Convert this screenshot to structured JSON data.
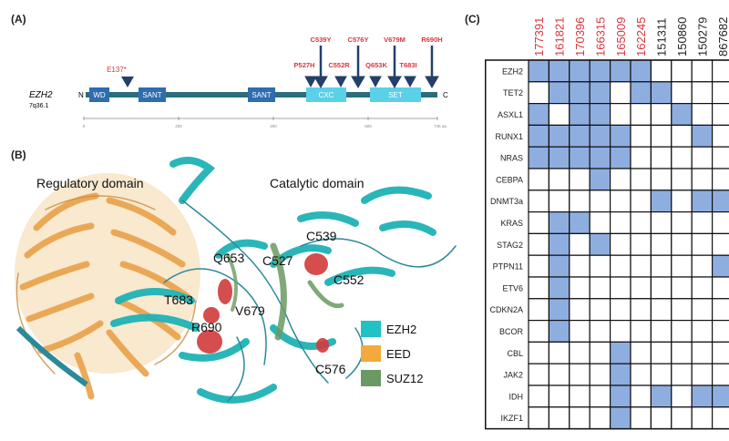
{
  "panels": {
    "a_label": "(A)",
    "b_label": "(B)",
    "c_label": "(C)"
  },
  "gene_diagram": {
    "gene_name": "EZH2",
    "locus": "7q36.1",
    "n_term": "N",
    "c_term": "C",
    "domains": [
      "WD",
      "SANT",
      "SANT",
      "CXC",
      "SET"
    ],
    "mutations_top": [
      "C539Y",
      "C576Y",
      "V679M"
    ],
    "mutations_mid": [
      "P527H",
      "C552R",
      "Q653K",
      "T683I",
      "R690H"
    ],
    "mutation_left": "E137*",
    "scale_ticks": [
      "0",
      "200",
      "400",
      "600",
      "746 aa"
    ],
    "colors": {
      "domain_dark": "#2e6db0",
      "domain_light": "#5ad1e8",
      "backbone": "#2b6c7e",
      "mutation_text": "#d9363e",
      "arrow": "#233f6a"
    }
  },
  "structure": {
    "regulatory_label": "Regulatory domain",
    "catalytic_label": "Catalytic domain",
    "residues": [
      "C539",
      "Q653",
      "C527",
      "C552",
      "T683",
      "V679",
      "R690",
      "C576"
    ],
    "legend": [
      {
        "name": "EZH2",
        "color": "#22c1c3"
      },
      {
        "name": "EED",
        "color": "#f3a93b"
      },
      {
        "name": "SUZ12",
        "color": "#6a9a63"
      }
    ]
  },
  "mutation_grid": {
    "samples": [
      {
        "id": "177391",
        "color": "#d9363e"
      },
      {
        "id": "161821",
        "color": "#d9363e"
      },
      {
        "id": "170396",
        "color": "#d9363e"
      },
      {
        "id": "166315",
        "color": "#d9363e"
      },
      {
        "id": "165009",
        "color": "#d9363e"
      },
      {
        "id": "162245",
        "color": "#d9363e"
      },
      {
        "id": "151311",
        "color": "#222222"
      },
      {
        "id": "150860",
        "color": "#222222"
      },
      {
        "id": "150279",
        "color": "#222222"
      },
      {
        "id": "867682",
        "color": "#222222"
      }
    ],
    "genes": [
      "EZH2",
      "TET2",
      "ASXL1",
      "RUNX1",
      "NRAS",
      "CEBPA",
      "DNMT3a",
      "KRAS",
      "STAG2",
      "PTPN11",
      "ETV6",
      "CDKN2A",
      "BCOR",
      "CBL",
      "JAK2",
      "IDH",
      "IKZF1"
    ],
    "matrix": [
      [
        1,
        1,
        1,
        1,
        1,
        1,
        0,
        0,
        0,
        0
      ],
      [
        0,
        1,
        1,
        1,
        0,
        1,
        1,
        0,
        0,
        0
      ],
      [
        1,
        0,
        1,
        1,
        0,
        0,
        0,
        1,
        0,
        0
      ],
      [
        1,
        1,
        1,
        1,
        1,
        0,
        0,
        0,
        1,
        0
      ],
      [
        1,
        1,
        1,
        1,
        1,
        0,
        0,
        0,
        0,
        0
      ],
      [
        0,
        0,
        0,
        1,
        0,
        0,
        0,
        0,
        0,
        0
      ],
      [
        0,
        0,
        0,
        0,
        0,
        0,
        1,
        0,
        1,
        1
      ],
      [
        0,
        1,
        1,
        0,
        0,
        0,
        0,
        0,
        0,
        0
      ],
      [
        0,
        1,
        0,
        1,
        0,
        0,
        0,
        0,
        0,
        0
      ],
      [
        0,
        1,
        0,
        0,
        0,
        0,
        0,
        0,
        0,
        1
      ],
      [
        0,
        1,
        0,
        0,
        0,
        0,
        0,
        0,
        0,
        0
      ],
      [
        0,
        1,
        0,
        0,
        0,
        0,
        0,
        0,
        0,
        0
      ],
      [
        0,
        1,
        0,
        0,
        0,
        0,
        0,
        0,
        0,
        0
      ],
      [
        0,
        0,
        0,
        0,
        1,
        0,
        0,
        0,
        0,
        0
      ],
      [
        0,
        0,
        0,
        0,
        1,
        0,
        0,
        0,
        0,
        0
      ],
      [
        0,
        0,
        0,
        0,
        1,
        0,
        1,
        0,
        1,
        1
      ],
      [
        0,
        0,
        0,
        0,
        1,
        0,
        0,
        0,
        0,
        0
      ]
    ],
    "fill_color": "#8faee0"
  }
}
